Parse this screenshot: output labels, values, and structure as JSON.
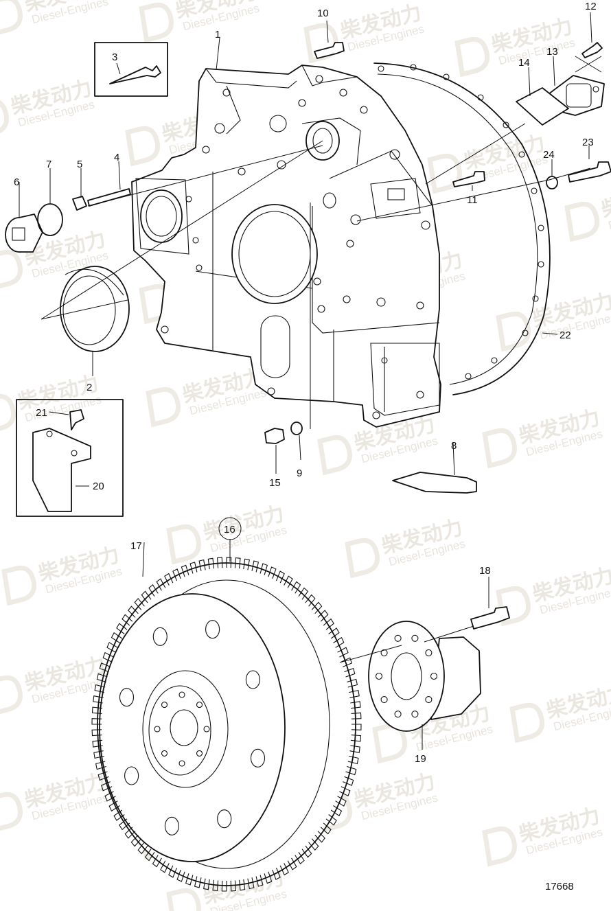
{
  "drawing_number": "17668",
  "watermark": {
    "cn": "柴发动力",
    "en": "Diesel-Engines"
  },
  "callouts": [
    "1",
    "2",
    "3",
    "4",
    "5",
    "6",
    "7",
    "8",
    "9",
    "10",
    "11",
    "12",
    "13",
    "14",
    "15",
    "16",
    "17",
    "18",
    "19",
    "20",
    "21",
    "22",
    "23",
    "24"
  ]
}
